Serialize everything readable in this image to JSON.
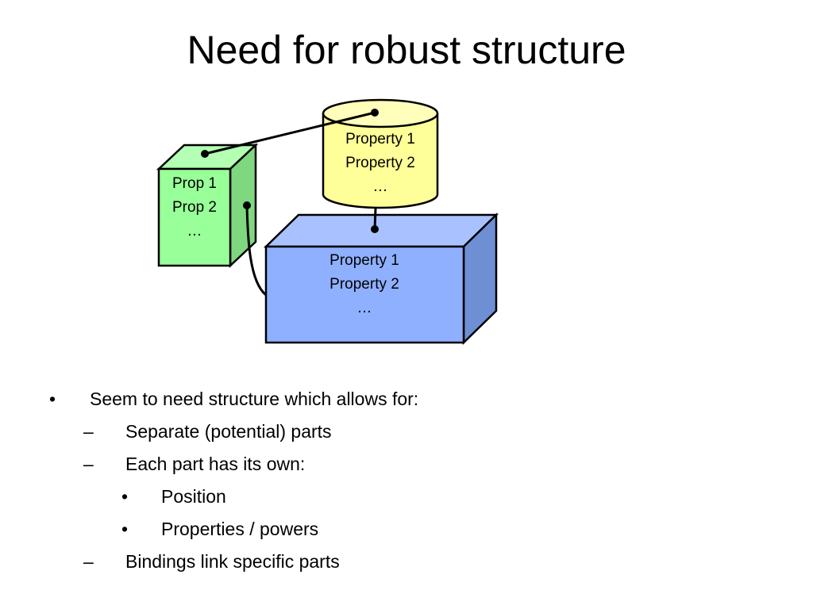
{
  "title": "Need for robust structure",
  "colors": {
    "green_front": "#99ff99",
    "green_top": "#b3ffb3",
    "green_side": "#7fd87f",
    "yellow_body": "#ffff99",
    "yellow_top": "#ffffbb",
    "blue_front": "#8fb0ff",
    "blue_top": "#a9c2ff",
    "blue_side": "#6f8fd4",
    "outline": "#000000"
  },
  "green_box": {
    "lines": [
      "Prop 1",
      "Prop 2",
      "…"
    ]
  },
  "cylinder": {
    "lines": [
      "Property 1",
      "Property 2",
      "…"
    ]
  },
  "blue_box": {
    "lines": [
      "Property 1",
      "Property 2",
      "…"
    ]
  },
  "bullets": [
    {
      "level": 1,
      "marker": "•",
      "text": "Seem to need structure which allows for:"
    },
    {
      "level": 2,
      "marker": "–",
      "text": "Separate (potential) parts"
    },
    {
      "level": 2,
      "marker": "–",
      "text": "Each part has its own:"
    },
    {
      "level": 3,
      "marker": "•",
      "text": "Position"
    },
    {
      "level": 3,
      "marker": "•",
      "text": "Properties / powers"
    },
    {
      "level": 2,
      "marker": "–",
      "text": "Bindings link specific parts"
    }
  ]
}
